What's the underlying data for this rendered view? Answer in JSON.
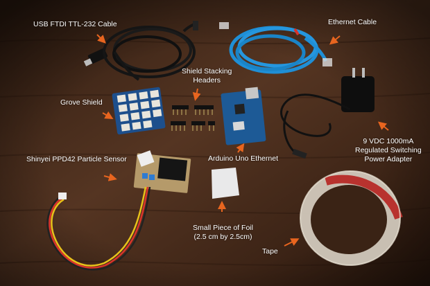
{
  "colors": {
    "table": "#4a2e1d",
    "arrow": "#e8651f",
    "label_text": "#ffffff",
    "ethernet_cable": "#1f8fd6",
    "black_cable": "#151515",
    "pcb_blue": "#1d4f8c",
    "grove_ports": "#e9e6dc",
    "tape_ring": "#d9d2c4",
    "tape_label": "#b8322e"
  },
  "labels": {
    "usb_cable": "USB FTDI TTL-232 Cable",
    "ethernet_cable": "Ethernet Cable",
    "stacking_headers_line1": "Shield Stacking",
    "stacking_headers_line2": "Headers",
    "grove_shield": "Grove Shield",
    "power_line1": "9 VDC 1000mA",
    "power_line2": "Regulated Switching",
    "power_line3": "Power Adapter",
    "particle_sensor": "Shinyei PPD42 Particle Sensor",
    "arduino": "Arduino Uno Ethernet",
    "foil_line1": "Small Piece of Foil",
    "foil_line2": "(2.5 cm by 2.5cm)",
    "tape": "Tape"
  }
}
